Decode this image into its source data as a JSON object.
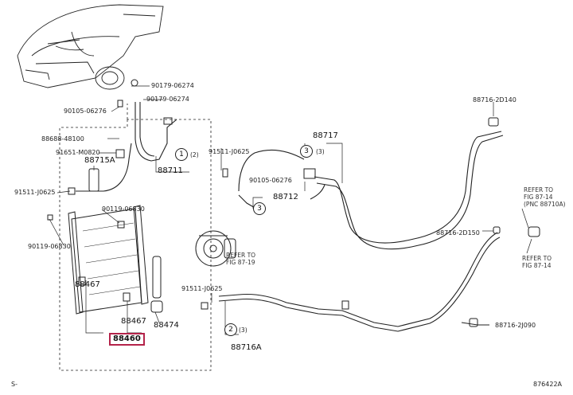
{
  "parts": {
    "p90179_a": "90179-06274",
    "p90105_a": "90105-06276",
    "p90179_b": "90179-06274",
    "p88688": "88688-48100",
    "p91651": "91651-M0820",
    "p88715a": "88715A",
    "p88711": "88711",
    "p91511_a": "91511-J0625",
    "p90119_a": "90119-06830",
    "p90119_b": "90119-06830",
    "p88467_a": "88467",
    "p88467_b": "88467",
    "p88474": "88474",
    "p88460": "88460",
    "p91511_b": "91511-J0625",
    "p90105_b": "90105-06276",
    "p88712": "88712",
    "p88717": "88717",
    "p88716_2d140": "88716-2D140",
    "p88716_2d150": "88716-2D150",
    "p91511_c": "91511-J0625",
    "p88716a": "88716A",
    "p88716_2j090": "88716-2J090"
  },
  "callouts": {
    "c1a": "1",
    "c1a_qty": "(2)",
    "c3a": "3",
    "c3a_qty": "(3)",
    "c3b": "3",
    "c2": "2",
    "c2_qty": "(3)"
  },
  "refs": {
    "refer_87_19": "REFER TO\nFIG 87-19",
    "refer_87_14a": "REFER TO\nFIG 87-14\n(PNC 88710A)",
    "refer_87_14b": "REFER TO\nFIG 87-14"
  },
  "footer": {
    "left_mark": "S-",
    "diagram_code": "876422A"
  }
}
